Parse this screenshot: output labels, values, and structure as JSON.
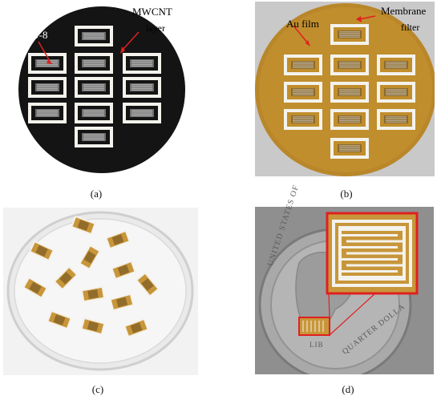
{
  "panel_a": {
    "caption": "(a)",
    "label_su8": "SU-8",
    "label_mwcnt_1": "MWCNT",
    "label_mwcnt_2": "layer"
  },
  "panel_b": {
    "caption": "(b)",
    "label_au": "Au film",
    "label_membrane_1": "Membrane",
    "label_membrane_2": "filter"
  },
  "panel_c": {
    "caption": "(c)"
  },
  "panel_d": {
    "caption": "(d)",
    "coin_text_1": "UNITED STATES OF",
    "coin_text_2": "QUARTER DOLLA",
    "coin_text_3": "LIB"
  },
  "colors": {
    "wafer_dark": "#141414",
    "membrane_gold": "#b9872a",
    "highlight_red": "#e02020",
    "frame_white": "#f4f2ec"
  }
}
